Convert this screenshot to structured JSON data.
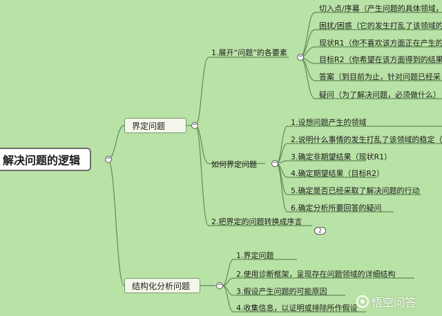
{
  "root": {
    "label": "解决问题的逻辑"
  },
  "branch1": {
    "label": "界定问题",
    "sub1": {
      "label": "1.展开“问题”的各要素",
      "items": [
        "切入点/序幕（产生问题的具体领域，",
        "困扰/困惑（它的发生打乱了该领域的",
        "现状R1（你不喜欢该方面正在产生的",
        "目标R2（你希望在该方面得到的结果",
        "答案（到目前为止，针对问题已经采",
        "疑问（为了解决问题，必须做什么）"
      ]
    },
    "sub2": {
      "label": "如何界定问题",
      "items": [
        "1.设想问题产生的领域",
        "2.说明什么事情的发生打乱了该领域的稳定（",
        "3.确定非期望结果（现状R1）",
        "4.确定期望结果（目标R2）",
        "5.确定是否已经采取了解决问题的行动",
        "6.确定分析所要回答的疑问"
      ]
    },
    "sub3": {
      "label": "2.把界定的问题转换成序言",
      "count": "2"
    }
  },
  "branch2": {
    "label": "结构化分析问题",
    "items": [
      "1.界定问题",
      "2.使用诊断框架，呈现存在问题领域的详细结构",
      "3.假设产生问题的可能原因",
      "4.收集信息，以证明或排除所作假设"
    ]
  },
  "watermark": {
    "text": "悟空问答"
  },
  "collapse_symbol": "−",
  "colors": {
    "background": "#b9e2a6",
    "line": "#5f8a55"
  }
}
